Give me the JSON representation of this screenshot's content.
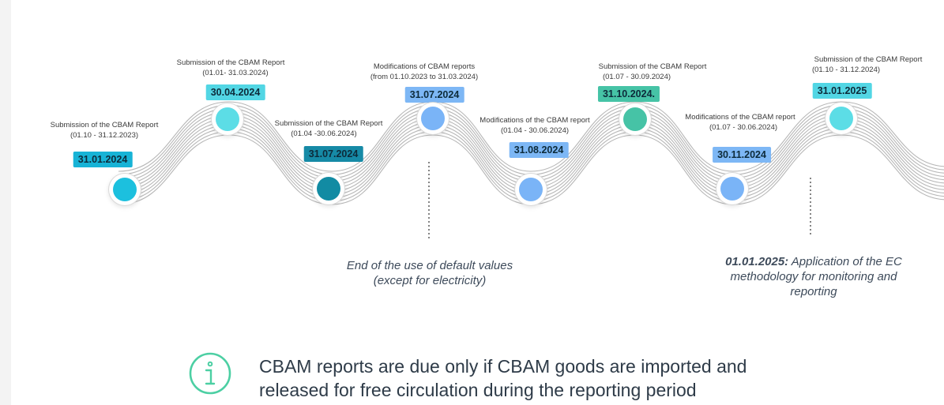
{
  "events": [
    {
      "id": "e1",
      "title": "Submission of the CBAM Report",
      "range": "(01.10 - 31.12.2023)",
      "date": "31.01.2024",
      "badge_color": "#17b3d6",
      "circle_color": "#1cc0de"
    },
    {
      "id": "e2",
      "title": "Submission of the CBAM Report",
      "range": "(01.01- 31.03.2024)",
      "date": "30.04.2024",
      "badge_color": "#52d6e4",
      "circle_color": "#5cdde6"
    },
    {
      "id": "e3",
      "title": "Submission of the CBAM Report",
      "range": "(01.04 -30.06.2024)",
      "date": "31.07.2024",
      "badge_color": "#168aa6",
      "circle_color": "#128ba3"
    },
    {
      "id": "e4",
      "title": "Modifications of CBAM reports",
      "range": "(from 01.10.2023 to 31.03.2024)",
      "date": "31.07.2024",
      "badge_color": "#7db7f5",
      "circle_color": "#7ab4f7"
    },
    {
      "id": "e5",
      "title": "Modifications of  the CBAM report",
      "range": "(01.04 - 30.06.2024)",
      "date": "31.08.2024",
      "badge_color": "#7db7f5",
      "circle_color": "#7ab4f7"
    },
    {
      "id": "e6",
      "title": "Submission of the CBAM Report",
      "range": "(01.07 - 30.09.2024)",
      "date": "31.10.2024.",
      "badge_color": "#46c3a6",
      "circle_color": "#46c3a6"
    },
    {
      "id": "e7",
      "title": "Modifications of the CBAM report",
      "range": "(01.07 - 30.06.2024)",
      "date": "30.11.2024",
      "badge_color": "#7db7f5",
      "circle_color": "#7ab4f7"
    },
    {
      "id": "e8",
      "title": "Submission of the CBAM Report",
      "range": "(01.10 - 31.12.2024)",
      "date": "31.01.2025",
      "badge_color": "#52d6e4",
      "circle_color": "#5cdde6"
    }
  ],
  "notes": {
    "default_values_line1": "End of the use of default values",
    "default_values_line2": "(except for electricity)",
    "ec_methodology_date": "01.01.2025:",
    "ec_methodology_line1": " Application of the EC",
    "ec_methodology_line2": "methodology for monitoring and",
    "ec_methodology_line3": "reporting"
  },
  "info": {
    "icon": "info-circle-icon",
    "icon_color": "#4ccfa3",
    "line1": "CBAM reports are due only if CBAM goods are imported  and",
    "line2": "released for free circulation during the reporting period"
  }
}
